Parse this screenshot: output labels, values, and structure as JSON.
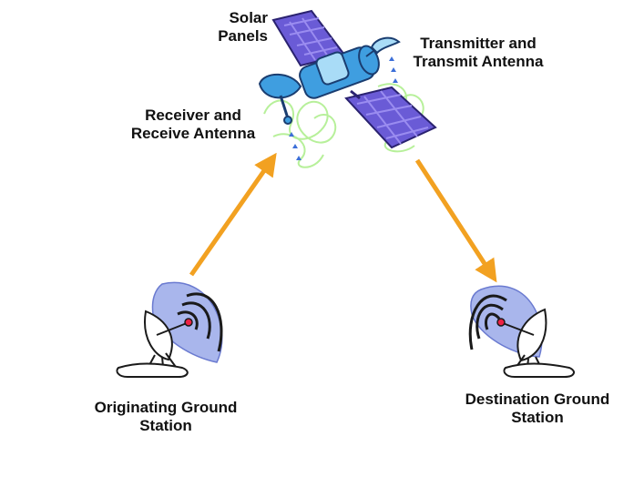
{
  "labels": {
    "solar_panels_line1": "Solar",
    "solar_panels_line2": "Panels",
    "transmitter_line1": "Transmitter and",
    "transmitter_line2": "Transmit Antenna",
    "receiver_line1": "Receiver and",
    "receiver_line2": "Receive Antenna",
    "origin_line1": "Originating Ground",
    "origin_line2": "Station",
    "dest_line1": "Destination Ground",
    "dest_line2": "Station"
  },
  "colors": {
    "arrow": "#f2a121",
    "panel": "#6a5bd6",
    "panel_grid": "#9a8cf0",
    "satellite_body": "#3f9ee0",
    "satellite_light": "#a9dcf7",
    "signal_wave": "#b7f09a",
    "dish_beam": "#a9b6ec",
    "dish_outline": "#1a1a1a",
    "signal_drops": "#3c6fd8"
  },
  "icons": {
    "satellite": "satellite-icon",
    "origin_dish": "satellite-dish-icon",
    "dest_dish": "satellite-dish-icon"
  }
}
